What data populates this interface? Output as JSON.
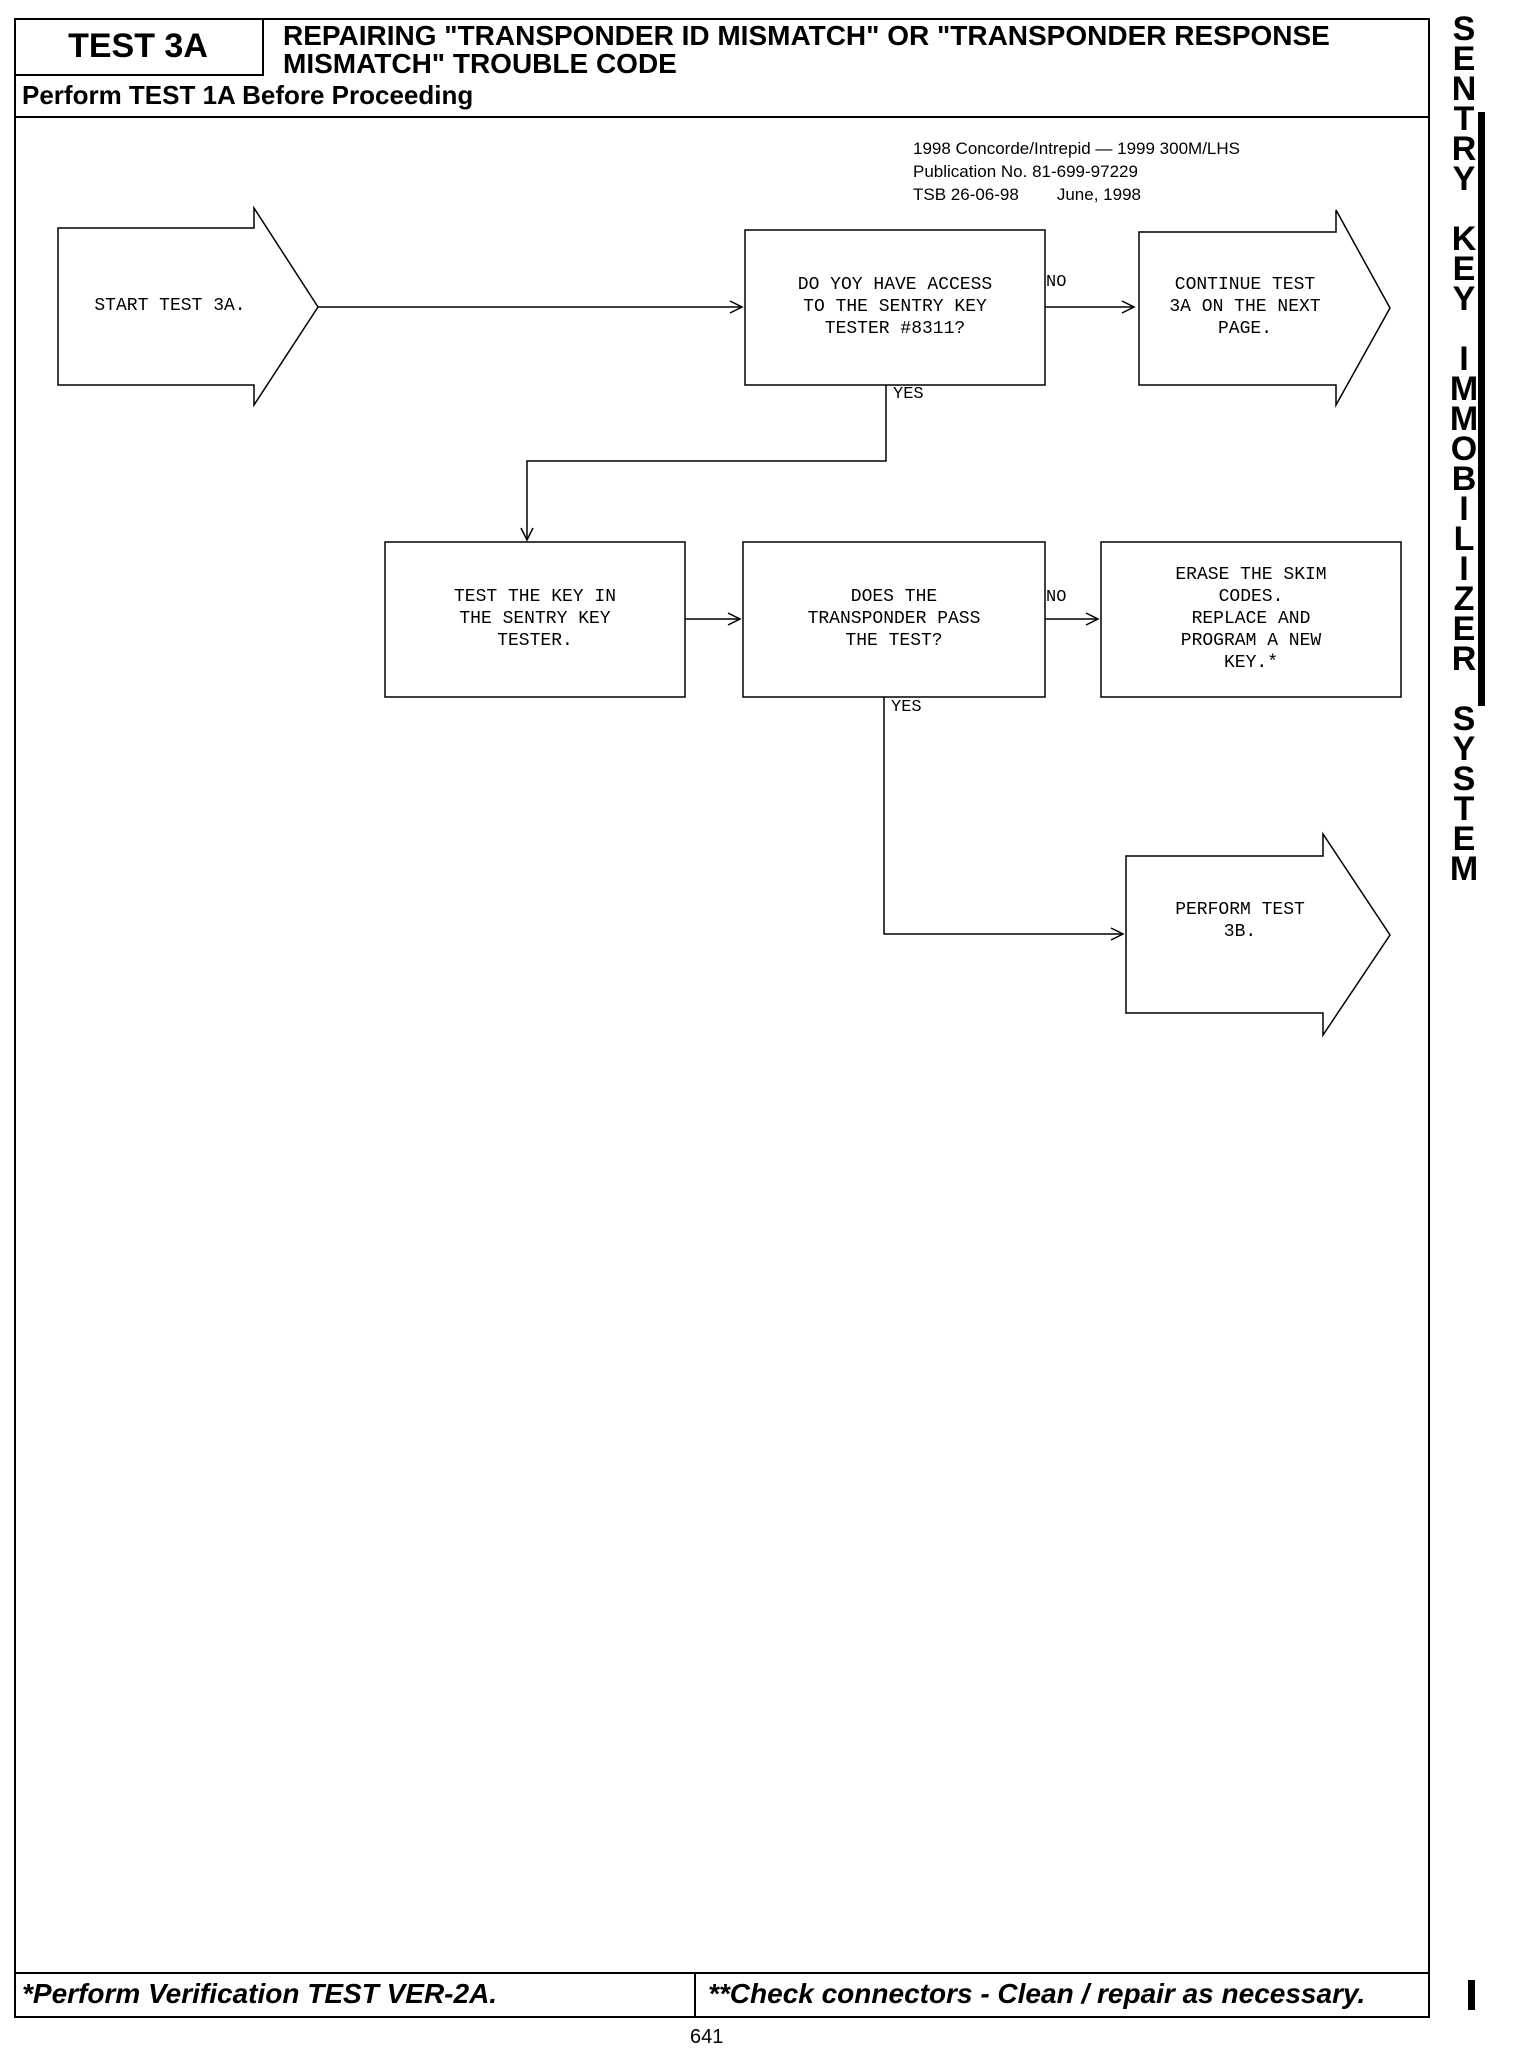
{
  "header": {
    "test_id": "TEST 3A",
    "title_line1": "REPAIRING \"TRANSPONDER ID MISMATCH\" OR \"TRANSPONDER RESPONSE",
    "title_line2": "MISMATCH\" TROUBLE CODE",
    "prerequisite": "Perform TEST 1A Before Proceeding"
  },
  "publication": {
    "models": "1998 Concorde/Intrepid — 1999 300M/LHS",
    "publication_no": "Publication No. 81-699-97229",
    "tsb": "TSB 26-06-98",
    "date": "June, 1998"
  },
  "flowchart": {
    "start": "START TEST 3A.",
    "q_access": "DO YOY HAVE ACCESS\nTO THE SENTRY KEY\nTESTER #8311?",
    "continue": "CONTINUE TEST\n3A ON THE NEXT\nPAGE.",
    "test_key": "TEST THE KEY IN\nTHE SENTRY KEY\nTESTER.",
    "q_pass": "DOES THE\nTRANSPONDER PASS\nTHE TEST?",
    "erase": "ERASE THE SKIM\nCODES.\nREPLACE AND\nPROGRAM A NEW\nKEY.*",
    "perform_3b": "PERFORM TEST\n3B.",
    "label_no": "NO",
    "label_yes": "YES"
  },
  "side_tab": {
    "text": "S\nE\nN\nT\nR\nY\n\nK\nE\nY\n\nI\nM\nM\nO\nB\nI\nL\nI\nZ\nE\nR\n\nS\nY\nS\nT\nE\nM"
  },
  "footer": {
    "left": "*Perform Verification TEST VER-2A.",
    "right": "**Check connectors - Clean / repair as necessary.",
    "page_number": "641"
  }
}
